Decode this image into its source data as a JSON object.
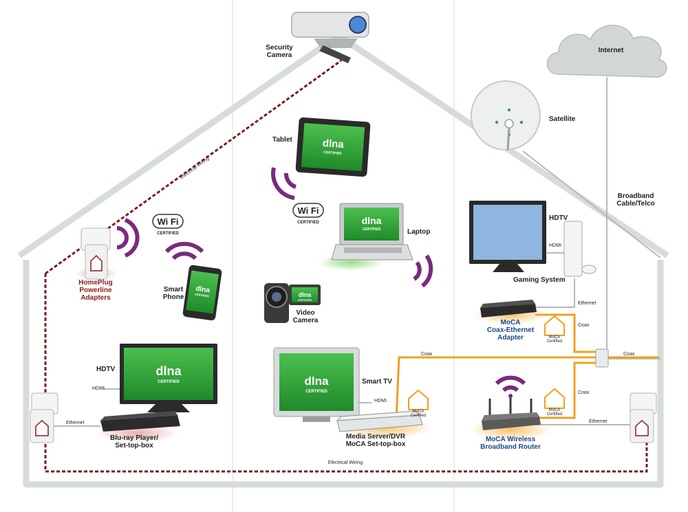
{
  "labels": {
    "security_camera": [
      "Security",
      "Camera"
    ],
    "internet": "Internet",
    "satellite": "Satellite",
    "tablet": "Tablet",
    "laptop": "Laptop",
    "smart_phone": [
      "Smart",
      "Phone"
    ],
    "video_camera": [
      "Video",
      "Camera"
    ],
    "homeplug": [
      "HomePlug",
      "Powerline",
      "Adapters"
    ],
    "hdtv_left": "HDTV",
    "hdtv_right": "HDTV",
    "hdmi_left": "HDMI",
    "hdmi_right": "HDMI",
    "hdmi_center": "HDMI",
    "smart_tv": "Smart TV",
    "bluray": [
      "Blu-ray Player/",
      "Set-top-box"
    ],
    "media_server": [
      "Media Server/DVR",
      "MoCA Set-top-box"
    ],
    "gaming_system": "Gaming System",
    "moca_coax_adapter": [
      "MoCA",
      "Coax-Ethernet",
      "Adapter"
    ],
    "moca_router": [
      "MoCA Wireless",
      "Broadband Router"
    ],
    "broadband": [
      "Broadband",
      "Cable/Telco"
    ],
    "electrical_wiring_top": "Electrical Wiring",
    "electrical_wiring_bottom": "Electrical Wiring",
    "ethernet_left": "Ethernet",
    "ethernet_right_top": "Ethernet",
    "ethernet_right_bottom": "Ethernet",
    "coax_center": "Coax",
    "coax_right": "Coax",
    "coax_vertical_top": "Coax",
    "coax_vertical_bottom": "Coax",
    "wifi_brand": "Wi Fi",
    "wifi_certified": "CERTIFIED",
    "dlna_brand": "dlna",
    "dlna_certified": "CERTIFIED",
    "moca_brand": "MoCA",
    "moca_certified": "Certified"
  },
  "colors": {
    "house": "#d6dcd6",
    "electrical": "#7a1c1c",
    "coax": "#f0a020",
    "ethernet": "#b8b8b8",
    "wifi": "#7a2a7e",
    "screen": "#2fa03a",
    "moca_badge": "#f0a020"
  }
}
